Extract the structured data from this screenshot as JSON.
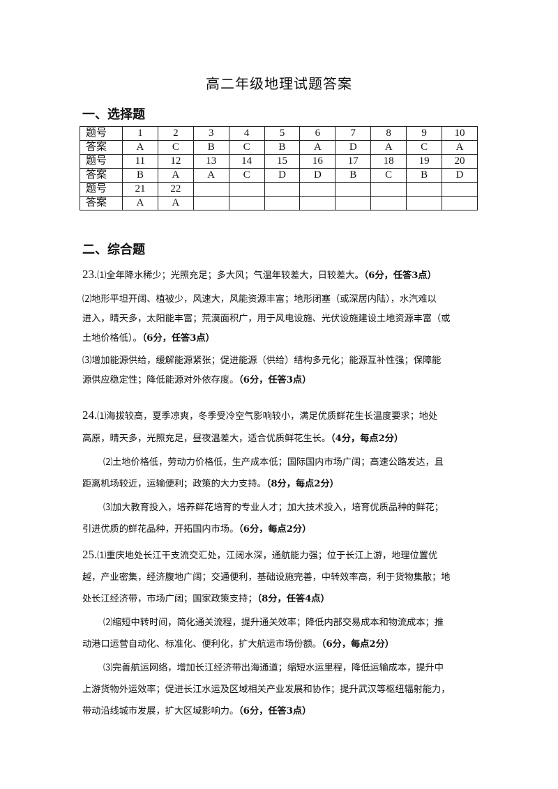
{
  "title": "高二年级地理试题答案",
  "section1": {
    "heading": "一、选择题",
    "row_label_q": "题号",
    "row_label_a": "答案",
    "rows": [
      {
        "nums": [
          "1",
          "2",
          "3",
          "4",
          "5",
          "6",
          "7",
          "8",
          "9",
          "10"
        ],
        "answers": [
          "A",
          "C",
          "B",
          "C",
          "B",
          "A",
          "D",
          "A",
          "C",
          "A"
        ]
      },
      {
        "nums": [
          "11",
          "12",
          "13",
          "14",
          "15",
          "16",
          "17",
          "18",
          "19",
          "20"
        ],
        "answers": [
          "B",
          "A",
          "A",
          "C",
          "D",
          "D",
          "B",
          "C",
          "B",
          "D"
        ]
      },
      {
        "nums": [
          "21",
          "22",
          "",
          "",
          "",
          "",
          "",
          "",
          "",
          ""
        ],
        "answers": [
          "A",
          "A",
          "",
          "",
          "",
          "",
          "",
          "",
          "",
          ""
        ]
      }
    ]
  },
  "section2": {
    "heading": "二、综合题",
    "q23": {
      "num": "23.",
      "p1_text": "⑴全年降水稀少；光照充足；多大风；气温年较差大，日较差大。",
      "p1_score": "（6分，任答3点）",
      "p2_line1": "⑵地形平坦开阔、植被少，风速大，风能资源丰富；地形闭塞（或深居内陆），水汽难以",
      "p2_line2": "进入，晴天多，太阳能丰富；荒漠面积广，用于风电设施、光伏设施建设土地资源丰富（或",
      "p2_line3": "土地价格低）。",
      "p2_score": "（6分，任答3点）",
      "p3_line1": "⑶增加能源供给，缓解能源紧张；促进能源（供给）结构多元化；能源互补性强；保障能",
      "p3_line2": "源供应稳定性；降低能源对外依存度。",
      "p3_score": "（6分，任答3点）"
    },
    "q24": {
      "num": "24.",
      "p1_line1": "⑴海拔较高，夏季凉爽，冬季受冷空气影响较小，满足优质鲜花生长温度要求；地处",
      "p1_line2": "高原，晴天多，光照充足，昼夜温差大，适合优质鲜花生长。",
      "p1_score": "（4分，每点2分）",
      "p2_line1": "⑵土地价格低，劳动力价格低，生产成本低；国际国内市场广阔；高速公路发达，且",
      "p2_line2": "距离机场较近，运输便利；政策的大力支持。",
      "p2_score": "（8分，每点2分）",
      "p3_line1": "⑶加大教育投入，培养鲜花培育的专业人才；加大技术投入，培育优质品种的鲜花；",
      "p3_line2": "引进优质的鲜花品种，开拓国内市场。",
      "p3_score": "（6分，每点2分）"
    },
    "q25": {
      "num": "25.",
      "p1_line1": "⑴重庆地处长江干支流交汇处，江阔水深，通航能力强；位于长江上游，地理位置优",
      "p1_line2": "越，产业密集，经济腹地广阔；交通便利，基础设施完善，中转效率高，利于货物集散；地",
      "p1_line3": "处长江经济带，市场广阔；国家政策支持；",
      "p1_score": "（8分，任答4点）",
      "p2_line1": "⑵缩短中转时间，简化通关流程，提升通关效率；降低内部交易成本和物流成本；推",
      "p2_line2": "动港口运营自动化、标准化、便利化，扩大航运市场份额。",
      "p2_score": "（6分，每点2分）",
      "p3_line1": "⑶完善航运网络，增加长江经济带出海通道；缩短水运里程，降低运输成本，提升中",
      "p3_line2": "上游货物外运效率；促进长江水运及区域相关产业发展和协作；提升武汉等枢纽辐射能力，",
      "p3_line3": "带动沿线城市发展，扩大区域影响力。",
      "p3_score": "（6分，任答3点）"
    }
  }
}
